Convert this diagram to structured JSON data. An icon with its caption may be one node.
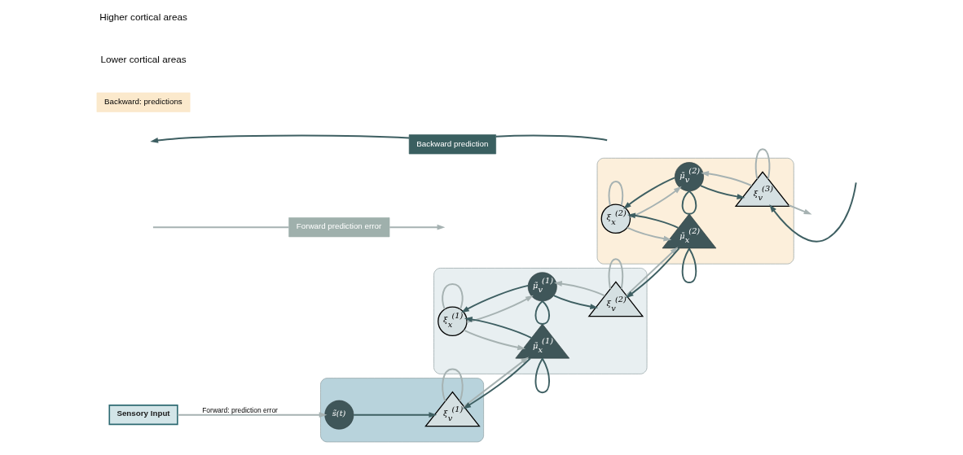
{
  "diagram": {
    "nodes": [
      {
        "text": [],
        "shape": "ellipse"
      },
      {
        "text": [
          "Sensory Input"
        ]
      },
      {
        "text": [
          "ξ$_{v}$$^{(1)}$"
        ],
        "in": 0
      },
      {
        "text": [
          "s̃(t)"
        ],
        "in": 0
      },
      {
        "text": [],
        "shape": "ellipse"
      },
      {
        "text": [
          "ξ$_{x}$$^{(1)}$"
        ],
        "in": 4
      },
      {
        "text": [
          "ξ$_{v}$$^{(2)}$"
        ],
        "in": 4
      },
      {
        "text": [
          "μ̃$_{x}$$^{(1)}$"
        ],
        "in": 4
      },
      {
        "text": [
          "μ̃$_{v}$$^{(1)}$"
        ],
        "in": 4
      },
      {
        "text": [],
        "shape": "ellipse"
      },
      {
        "text": [
          "ξ$_{x}$$^{(2)}$"
        ],
        "in": 9
      },
      {
        "text": [
          "ξ$_{v}$$^{(3)}$"
        ],
        "in": 9
      },
      {
        "text": [
          "μ̃$_{x}$$^{(2)}$"
        ],
        "in": 9
      },
      {
        "text": [
          "μ̃$_{v}$$^{(2)}$"
        ],
        "in": 9
      },
      {
        "text": [
          "Forward prediction error"
        ]
      },
      {
        "text": [
          "Backward prediction"
        ]
      },
      {
        "text": [
          "Backward: predictions"
        ]
      }
    ],
    "edges": [
      {
        "from": 1,
        "to": 3,
        "arrow": "to",
        "label": "Forward: prediction error"
      },
      {
        "from": 3,
        "to": 2,
        "arrow": "to",
        "color": "#3e5f62"
      },
      {
        "from": 2,
        "to": 7,
        "arrow": "to"
      },
      {
        "from": 7,
        "to": 2,
        "arrow": "to",
        "color": "#3e5f62"
      },
      {
        "from": 5,
        "to": 7,
        "arrow": "to"
      },
      {
        "from": 7,
        "to": 5,
        "arrow": "to",
        "color": "#3e5f62"
      },
      {
        "from": 8,
        "to": 5,
        "arrow": "to",
        "color": "#3e5f62"
      },
      {
        "from": 5,
        "to": 8,
        "arrow": "to"
      },
      {
        "from": 6,
        "to": 8,
        "arrow": "to"
      },
      {
        "from": 8,
        "to": 6,
        "arrow": "to",
        "color": "#3e5f62"
      },
      {
        "from": 6,
        "to": 12,
        "arrow": "to"
      },
      {
        "from": 12,
        "to": 6,
        "arrow": "to",
        "color": "#3e5f62"
      },
      {
        "from": 10,
        "to": 12,
        "arrow": "to"
      },
      {
        "from": 12,
        "to": 10,
        "arrow": "to",
        "color": "#3e5f62"
      },
      {
        "from": 13,
        "to": 10,
        "arrow": "to",
        "color": "#3e5f62"
      },
      {
        "from": 10,
        "to": 13,
        "arrow": "to"
      },
      {
        "from": 11,
        "to": 13,
        "arrow": "to"
      },
      {
        "from": 13,
        "to": 11,
        "arrow": "to",
        "color": "#3e5f62"
      },
      {
        "from": null,
        "to": 11,
        "arrow": "to",
        "color": "#3e5f62"
      },
      {
        "from": 11,
        "to": null,
        "arrow": "to"
      },
      {
        "from": 2,
        "to": 2,
        "arrow": "none"
      },
      {
        "from": 5,
        "to": 5,
        "arrow": "none"
      },
      {
        "from": 6,
        "to": 6,
        "arrow": "none"
      },
      {
        "from": 10,
        "to": 10,
        "arrow": "none"
      },
      {
        "from": 11,
        "to": 11,
        "arrow": "none"
      },
      {
        "from": 7,
        "to": 7,
        "arrow": "none",
        "color": "#3e5f62"
      },
      {
        "from": 8,
        "to": 8,
        "arrow": "none",
        "color": "#3e5f62"
      },
      {
        "from": 12,
        "to": 12,
        "arrow": "none",
        "color": "#3e5f62"
      },
      {
        "from": 13,
        "to": 13,
        "arrow": "none",
        "color": "#3e5f62"
      },
      {
        "from": null,
        "to": 14,
        "arrow": "none"
      },
      {
        "from": 14,
        "to": null,
        "arrow": "to"
      },
      {
        "from": 15,
        "to": null,
        "arrow": "to",
        "color": "#3e5f62"
      },
      {
        "from": null,
        "to": 15,
        "arrow": "none",
        "color": "#3e5f62"
      }
    ],
    "labels": [
      "Lower cortical areas",
      "Higher cortical areas"
    ]
  }
}
